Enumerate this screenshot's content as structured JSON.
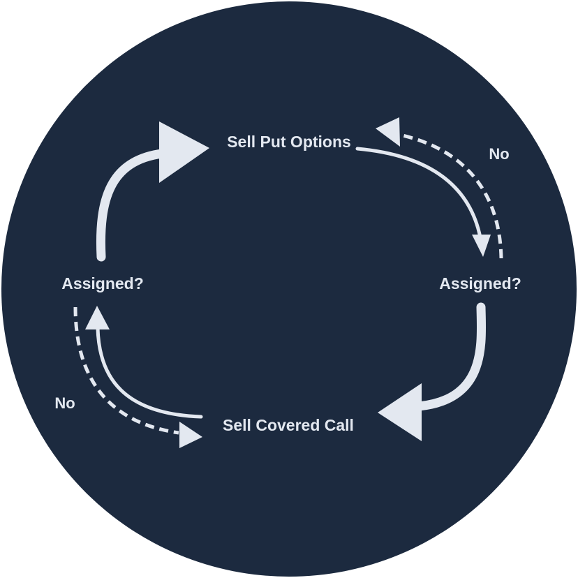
{
  "diagram": {
    "colors": {
      "background": "#1c2a3f",
      "foreground": "#e3e8f0"
    },
    "nodes": {
      "sell_put": "Sell Put Options",
      "assigned_right": "Assigned?",
      "sell_covered_call": "Sell Covered Call",
      "assigned_left": "Assigned?"
    },
    "edge_labels": {
      "no_right": "No",
      "no_left": "No"
    }
  }
}
